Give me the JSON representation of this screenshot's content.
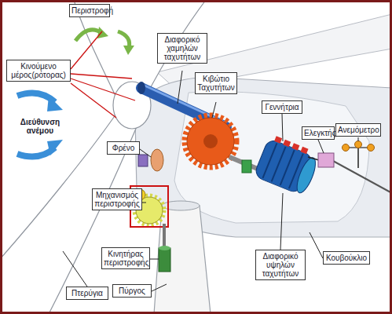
{
  "diagram": {
    "nodes": [
      {
        "text": [
          "Περιστροφή"
        ]
      },
      {
        "text": [
          "Διαφορικό χαμηλών ταχυτήτων"
        ]
      },
      {
        "text": [
          "Κινούμενο μέρος(ρότορας)"
        ]
      },
      {
        "text": [
          "Κιβώτιο Ταχυτήτων"
        ]
      },
      {
        "text": [
          "Γεννήτρια"
        ]
      },
      {
        "text": [
          "Ελεγκτής"
        ]
      },
      {
        "text": [
          "Ανεμόμετρο"
        ]
      },
      {
        "text": [
          "Φρένο"
        ]
      },
      {
        "text": [
          "Μηχανισμός περιστροφής"
        ]
      },
      {
        "text": [
          "Κινητήρας περιστροφής"
        ]
      },
      {
        "text": [
          "Διαφορικό υψηλών ταχυτήτων"
        ]
      },
      {
        "text": [
          "Κουβούκλιο"
        ]
      },
      {
        "text": [
          "Πτερύγια"
        ]
      },
      {
        "text": [
          "Πύργος"
        ]
      }
    ],
    "labels": [
      "Διεύθυνση ανέμου"
    ]
  }
}
